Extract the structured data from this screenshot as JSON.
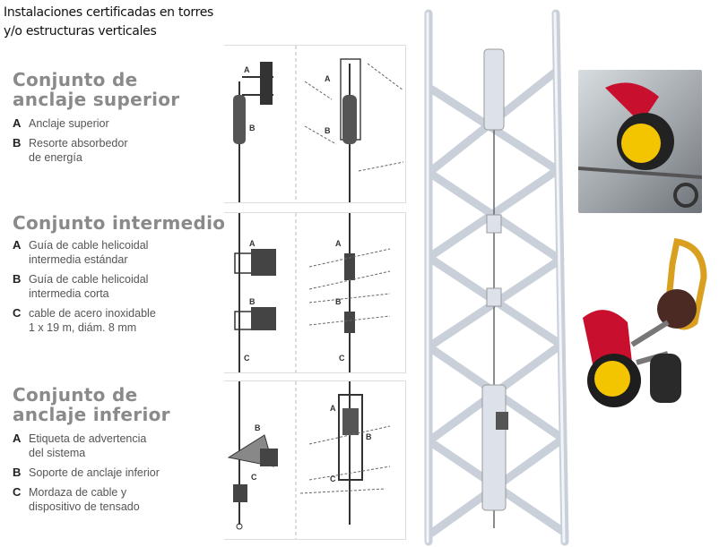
{
  "caption": {
    "line1": "Instalaciones certificadas en torres",
    "line2": "y/o estructuras verticales"
  },
  "sections": [
    {
      "title_line1": "Conjunto de",
      "title_line2": "anclaje superior",
      "items": [
        {
          "letter": "A",
          "line1": "Anclaje superior",
          "line2": ""
        },
        {
          "letter": "B",
          "line1": "Resorte absorbedor",
          "line2": "de energía"
        }
      ]
    },
    {
      "title_line1": "Conjunto intermedio",
      "title_line2": "",
      "items": [
        {
          "letter": "A",
          "line1": "Guía de cable helicoidal",
          "line2": "intermedia estándar"
        },
        {
          "letter": "B",
          "line1": "Guía de cable helicoidal",
          "line2": "intermedia corta"
        },
        {
          "letter": "C",
          "line1": "cable de acero inoxidable",
          "line2": "1 x 19 m, diám. 8 mm"
        }
      ]
    },
    {
      "title_line1": "Conjunto de",
      "title_line2": "anclaje inferior",
      "items": [
        {
          "letter": "A",
          "line1": "Etiqueta de advertencia",
          "line2": "del sistema"
        },
        {
          "letter": "B",
          "line1": "Soporte de anclaje inferior",
          "line2": ""
        },
        {
          "letter": "C",
          "line1": "Mordaza de cable y",
          "line2": "dispositivo de tensado"
        }
      ]
    }
  ],
  "diagram_labels": {
    "a": "A",
    "b": "B",
    "c": "C"
  },
  "colors": {
    "heading": "#8a8a8a",
    "tower": "#d7dde6",
    "device_red": "#c8102e",
    "device_yellow": "#f2c500",
    "carabiner": "#d9a020"
  }
}
